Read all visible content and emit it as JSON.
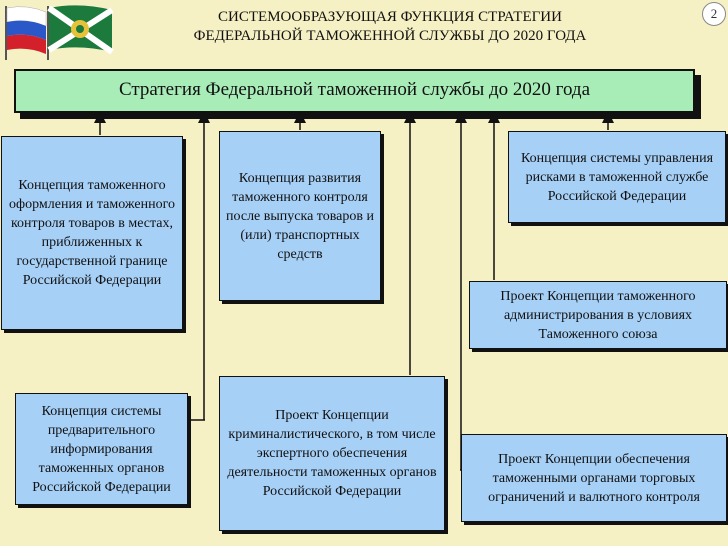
{
  "header": {
    "line1": "СИСТЕМООБРАЗУЮЩАЯ ФУНКЦИЯ СТРАТЕГИИ",
    "line2": "ФЕДЕРАЛЬНОЙ ТАМОЖЕННОЙ СЛУЖБЫ ДО 2020 ГОДА",
    "page_number": "2"
  },
  "main_box": "Стратегия Федеральной таможенной службы до 2020 года",
  "boxes": [
    "Концепция таможенного оформления и таможенного контроля товаров в местах, приближенных к государственной границе Российской Федерации",
    "Концепция развития таможенного контроля после выпуска товаров и (или) транспортных средств",
    "Концепция системы управления рисками в таможенной службе Российской Федерации",
    "Проект Концепции таможенного администрирования в условиях Таможенного союза",
    "Концепция системы предварительного информирования таможенных органов Российской Федерации",
    "Проект Концепции криминалистического, в том числе экспертного обеспечения деятельности таможенных органов Российской Федерации",
    "Проект Концепции обеспечения таможенными органами торговых ограничений и валютного контроля"
  ],
  "colors": {
    "background": "#f6f1c4",
    "main_box": "#a8ecb8",
    "concept_box": "#a7d0f7",
    "lines": "#111111"
  }
}
